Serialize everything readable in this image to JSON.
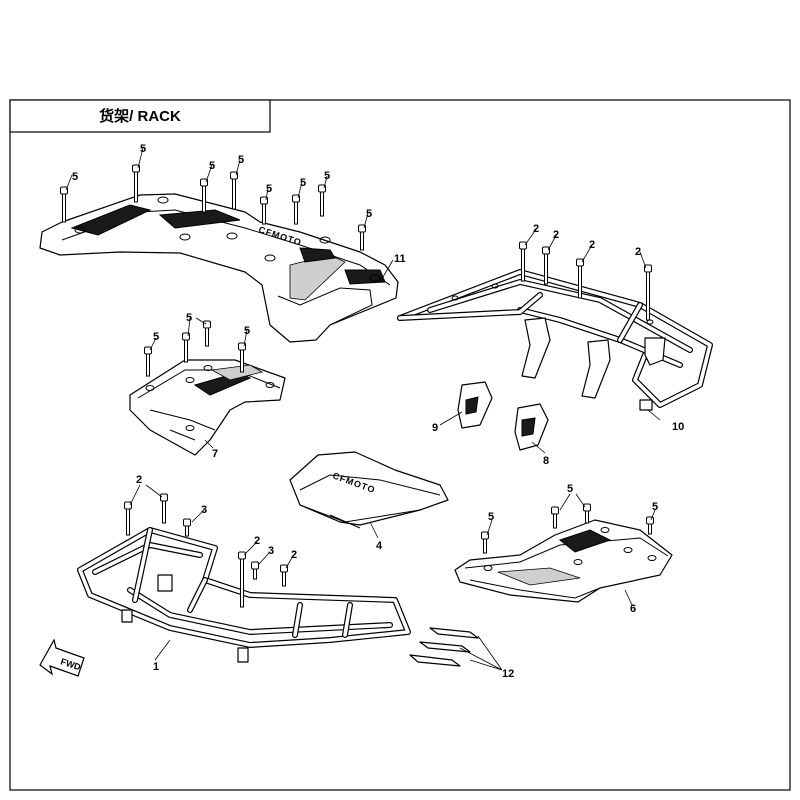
{
  "title": "货架/ RACK",
  "fwd_label": "FWD",
  "brand_marks": [
    "CFMOTO",
    "CFMOTO"
  ],
  "callouts": {
    "c1": "1",
    "c2a": "2",
    "c2b": "2",
    "c2c": "2",
    "c2d": "2",
    "c2e": "2",
    "c2f": "2",
    "c2g": "2",
    "c3a": "3",
    "c3b": "3",
    "c4": "4",
    "c5a": "5",
    "c5b": "5",
    "c5c": "5",
    "c5d": "5",
    "c5e": "5",
    "c5f": "5",
    "c5g": "5",
    "c5h": "5",
    "c5i": "5",
    "c5j": "5",
    "c5k": "5",
    "c5l": "5",
    "c5m": "5",
    "c5n": "5",
    "c6": "6",
    "c7": "7",
    "c8": "8",
    "c9": "9",
    "c10": "10",
    "c11": "11",
    "c12": "12"
  }
}
